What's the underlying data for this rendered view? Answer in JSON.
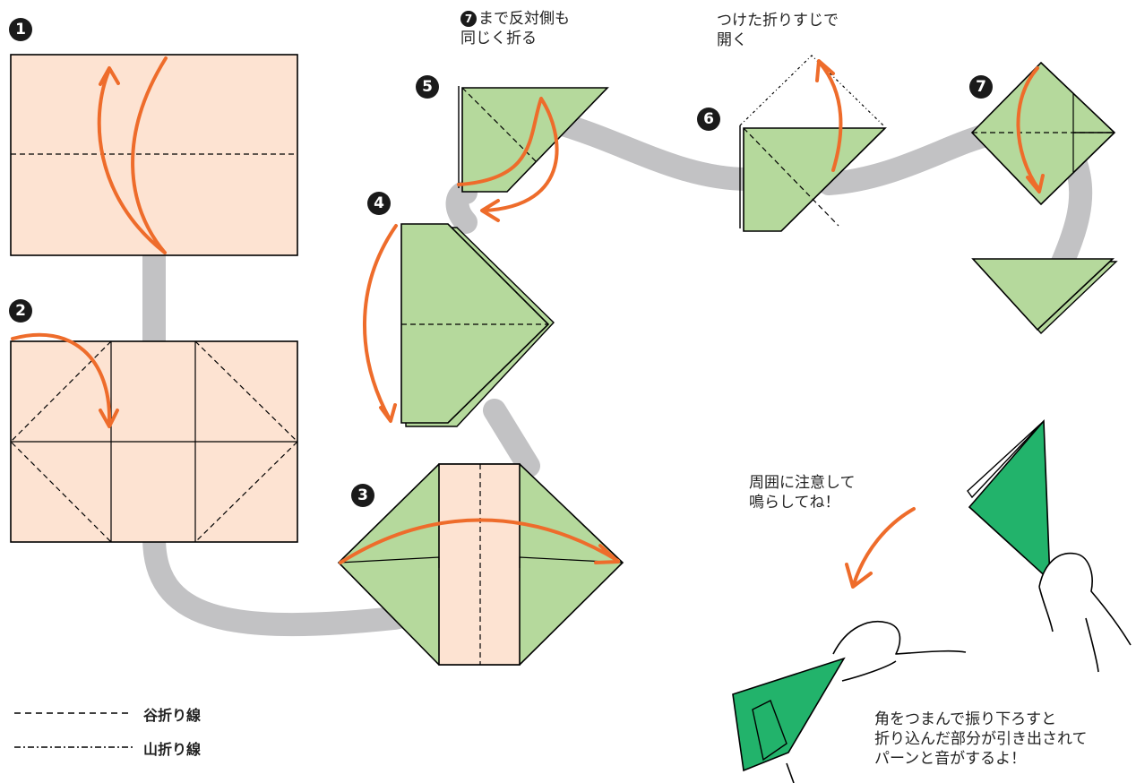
{
  "steps": [
    {
      "number": "1"
    },
    {
      "number": "2"
    },
    {
      "number": "3"
    },
    {
      "number": "4"
    },
    {
      "number": "5"
    },
    {
      "number": "6"
    },
    {
      "number": "7"
    }
  ],
  "notes": {
    "step5_ref": "7",
    "step5_line1": "まで反対側も",
    "step5_line2": "同じく折る",
    "step6_line1": "つけた折りすじで",
    "step6_line2": "開く",
    "caution_line1": "周囲に注意して",
    "caution_line2": "鳴らしてね！",
    "final_line1": "角をつまんで振り下ろすと",
    "final_line2": "折り込んだ部分が引き出されて",
    "final_line3": "パーンと音がするよ！"
  },
  "legend": {
    "valley_fold": "谷折り線",
    "mountain_fold": "山折り線"
  },
  "colors": {
    "paper_front": "#fde3d2",
    "paper_back": "#b5d99c",
    "finished_gun": "#22b36b",
    "arrow": "#ee6c2b",
    "path": "#c2c2c4"
  }
}
